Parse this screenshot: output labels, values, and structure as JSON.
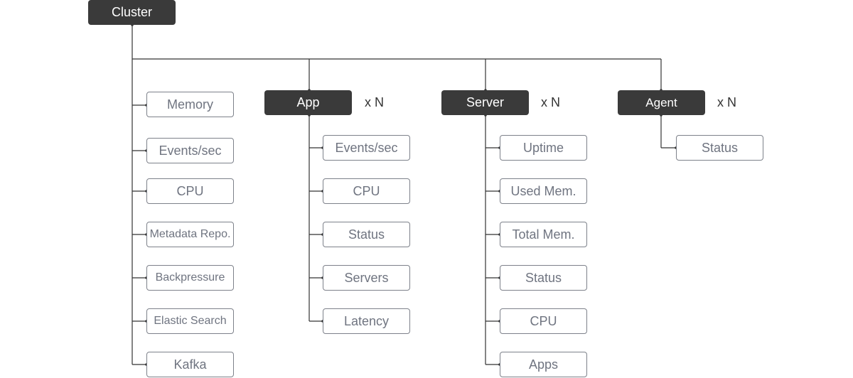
{
  "root": {
    "label": "Cluster"
  },
  "cluster_metrics": [
    {
      "label": "Memory"
    },
    {
      "label": "Events/sec"
    },
    {
      "label": "CPU"
    },
    {
      "label": "Metadata Repo."
    },
    {
      "label": "Backpressure"
    },
    {
      "label": "Elastic Search"
    },
    {
      "label": "Kafka"
    }
  ],
  "groups": [
    {
      "label": "App",
      "multiplier": "x N",
      "children": [
        {
          "label": "Events/sec"
        },
        {
          "label": "CPU"
        },
        {
          "label": "Status"
        },
        {
          "label": "Servers"
        },
        {
          "label": "Latency"
        }
      ]
    },
    {
      "label": "Server",
      "multiplier": "x N",
      "children": [
        {
          "label": "Uptime"
        },
        {
          "label": "Used Mem."
        },
        {
          "label": "Total Mem."
        },
        {
          "label": "Status"
        },
        {
          "label": "CPU"
        },
        {
          "label": "Apps"
        }
      ]
    },
    {
      "label": "Agent",
      "multiplier": "x N",
      "children": [
        {
          "label": "Status"
        }
      ]
    }
  ],
  "colors": {
    "dark_node": "#3a3a3a",
    "light_node_border": "#7d818a",
    "light_node_text": "#6f7480",
    "connector": "#333333"
  }
}
